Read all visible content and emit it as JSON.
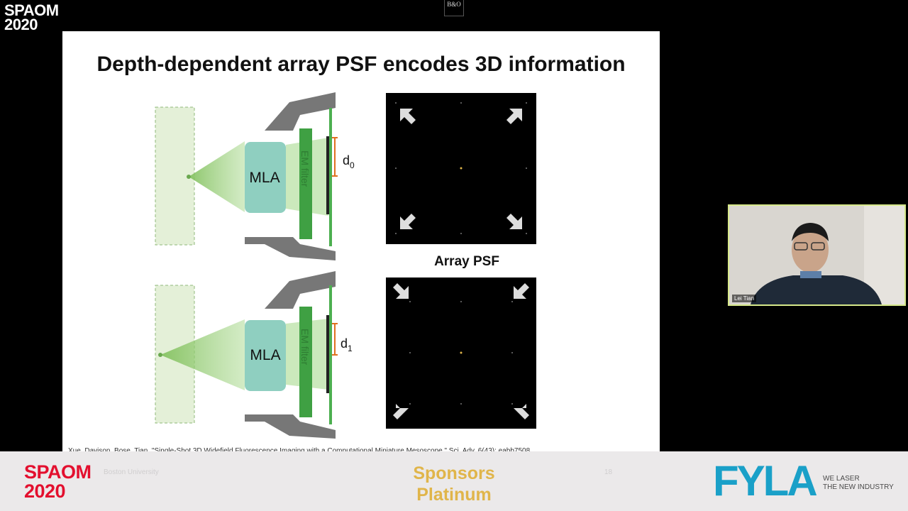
{
  "overlay": {
    "event_line1": "SPAOM",
    "event_line2": "2020",
    "bo_logo": "B&O"
  },
  "slide": {
    "title": "Depth-dependent array PSF encodes 3D information",
    "mla_top": "MLA",
    "mla_bottom": "MLA",
    "filter_top": "EM filter",
    "filter_bottom": "EM filter",
    "d0": "d",
    "d0_sub": "0",
    "d1": "d",
    "d1_sub": "1",
    "psf_label": "Array PSF",
    "citation": "Xue, Davison, Bose, Tian, \"Single-Shot 3D Widefield Fluorescence Imaging with a Computational Miniature Mesoscope,\" Sci. Adv. 6(43): eabb7508",
    "footer_left": "Boston University",
    "page_number": "18"
  },
  "speaker": {
    "name": "Lei Tian"
  },
  "banner": {
    "event_line1": "SPAOM",
    "event_line2": "2020",
    "sponsors_line1": "Sponsors",
    "sponsors_line2": "Platinum",
    "sponsor_logo": "FYLA",
    "sponsor_tag1": "WE LASER",
    "sponsor_tag2": "THE NEW INDUSTRY"
  },
  "colors": {
    "banner_red": "#e30f2e",
    "sponsor_gold": "#e0b54a",
    "fyla_blue": "#1aa0c8",
    "tile_border": "#d6e88a"
  }
}
